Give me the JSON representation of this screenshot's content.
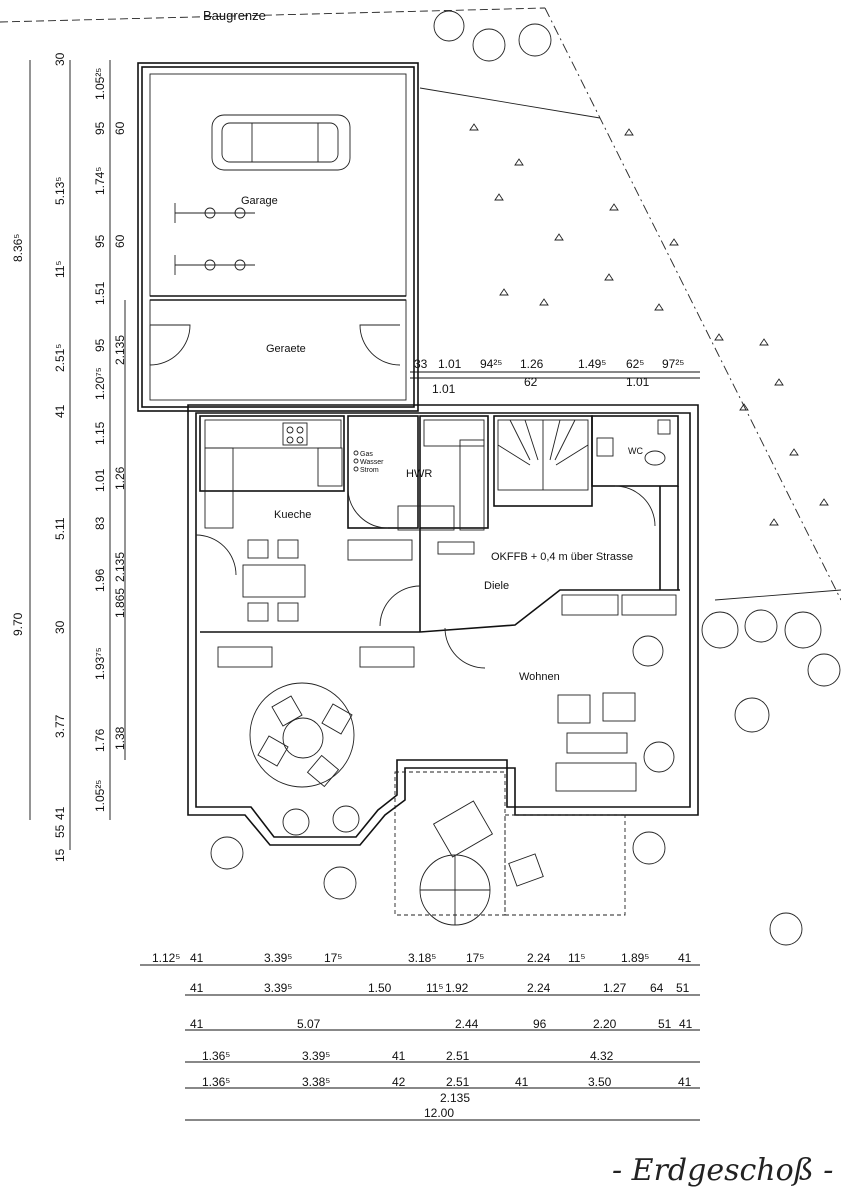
{
  "title": "- Erdgeschoß -",
  "site": {
    "boundary_label": "Baugrenze"
  },
  "rooms": {
    "garage": "Garage",
    "geraete": "Geraete",
    "kueche": "Kueche",
    "hwr": "HWR",
    "wc": "WC",
    "diele": "Diele",
    "wohnen": "Wohnen"
  },
  "notes": {
    "okffb": "OKFFB + 0,4 m über Strasse",
    "utility_gas": "Gas",
    "utility_wasser": "Wasser",
    "utility_strom": "Strom"
  },
  "dimensions": {
    "left_outer": [
      "8.36⁵",
      "9.70"
    ],
    "left_mid": [
      "30",
      "1.05²⁵",
      "5.13⁵",
      "11⁵",
      "2.51⁵",
      "41",
      "5.11",
      "30",
      "3.77",
      "41",
      "55",
      "15"
    ],
    "left_inner": [
      "95",
      "60",
      "1.74⁵",
      "95",
      "60",
      "1.51",
      "95",
      "1.20⁷⁵",
      "1.15",
      "1.01",
      "83",
      "1.96",
      "1.93⁷⁵",
      "1.76",
      "1.05²⁵"
    ],
    "left_innermost": [
      "2.135",
      "1.26",
      "2.135",
      "1.865",
      "1.38"
    ],
    "top_row_1": [
      "33",
      "1.01",
      "94²⁵",
      "1.26",
      "1.49⁵",
      "62⁵",
      "97²⁵"
    ],
    "top_row_2": [
      "1.01",
      "62",
      "1.01"
    ],
    "bottom_row_1": [
      "1.12⁵",
      "41",
      "3.39⁵",
      "17⁵",
      "3.18⁵",
      "17⁵",
      "2.24",
      "11⁵",
      "1.89⁵",
      "41"
    ],
    "bottom_row_2": [
      "41",
      "3.39⁵",
      "1.50",
      "11⁵",
      "1.92",
      "2.24",
      "1.27",
      "64",
      "51"
    ],
    "bottom_row_3": [
      "41",
      "5.07",
      "2.44",
      "96",
      "2.20",
      "51",
      "41"
    ],
    "bottom_row_4": [
      "1.36⁵",
      "3.39⁵",
      "41",
      "2.51",
      "4.32"
    ],
    "bottom_row_5": [
      "1.36⁵",
      "3.38⁵",
      "42",
      "2.51",
      "41",
      "3.50",
      "41"
    ],
    "bottom_extra": "2.135",
    "total": "12.00"
  }
}
